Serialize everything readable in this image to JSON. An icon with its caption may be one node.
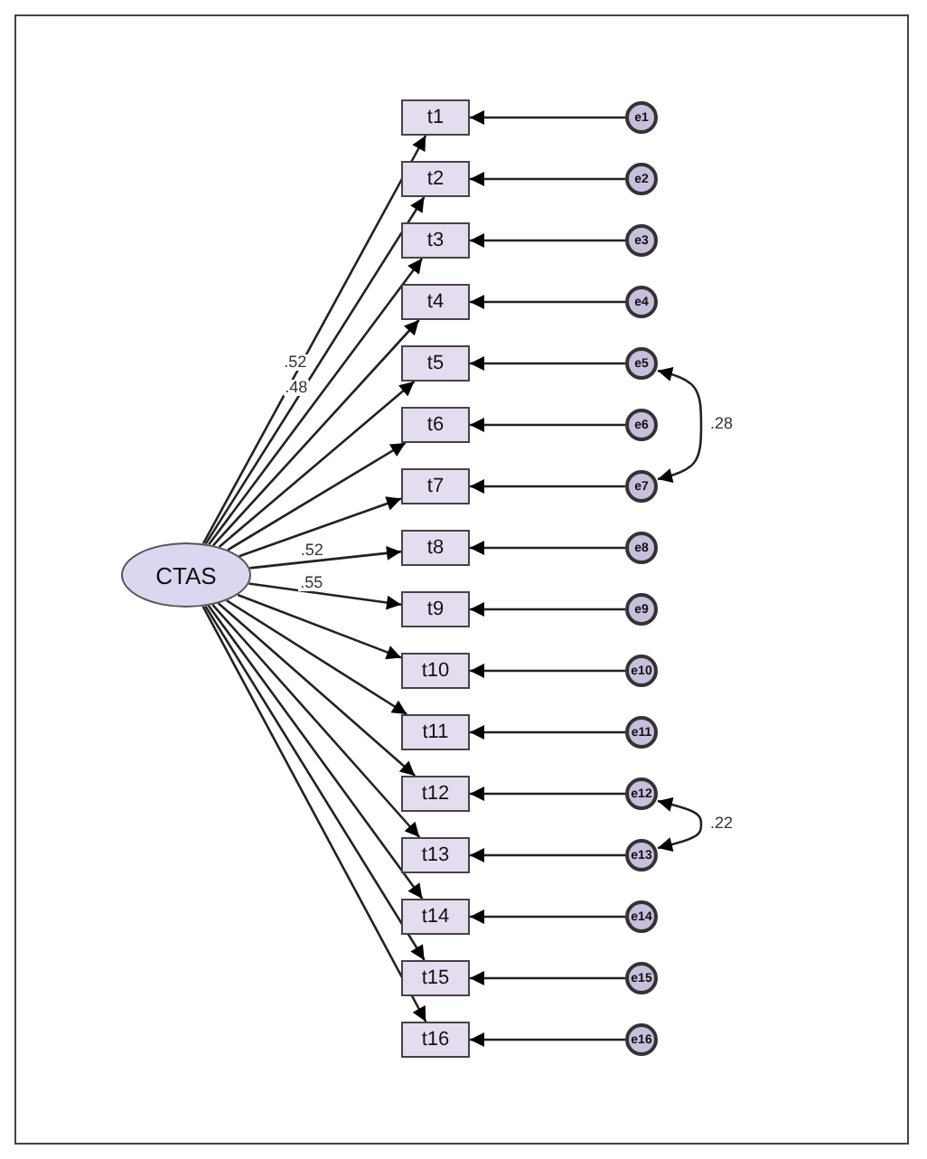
{
  "diagram": {
    "nodes": [
      {
        "text": [
          "CTAS"
        ]
      },
      {
        "text": [
          "t1"
        ]
      },
      {
        "text": [
          "t2"
        ]
      },
      {
        "text": [
          "t3"
        ]
      },
      {
        "text": [
          "t4"
        ]
      },
      {
        "text": [
          "t5"
        ]
      },
      {
        "text": [
          "t6"
        ]
      },
      {
        "text": [
          "t7"
        ]
      },
      {
        "text": [
          "t8"
        ]
      },
      {
        "text": [
          "t9"
        ]
      },
      {
        "text": [
          "t10"
        ]
      },
      {
        "text": [
          "t11"
        ]
      },
      {
        "text": [
          "t12"
        ]
      },
      {
        "text": [
          "t13"
        ]
      },
      {
        "text": [
          "t14"
        ]
      },
      {
        "text": [
          "t15"
        ]
      },
      {
        "text": [
          "t16"
        ]
      },
      {
        "text": [
          "e1"
        ]
      },
      {
        "text": [
          "e2"
        ]
      },
      {
        "text": [
          "e3"
        ]
      },
      {
        "text": [
          "e4"
        ]
      },
      {
        "text": [
          "e5"
        ]
      },
      {
        "text": [
          "e6"
        ]
      },
      {
        "text": [
          "e7"
        ]
      },
      {
        "text": [
          "e8"
        ]
      },
      {
        "text": [
          "e9"
        ]
      },
      {
        "text": [
          "e10"
        ]
      },
      {
        "text": [
          "e11"
        ]
      },
      {
        "text": [
          "e12"
        ]
      },
      {
        "text": [
          "e13"
        ]
      },
      {
        "text": [
          "e14"
        ]
      },
      {
        "text": [
          "e15"
        ]
      },
      {
        "text": [
          "e16"
        ]
      }
    ],
    "edges": [
      {
        "from": 0,
        "to": 1,
        "arrow": "to",
        "label": ".52"
      },
      {
        "from": 0,
        "to": 2,
        "arrow": "to",
        "label": ".48"
      },
      {
        "from": 0,
        "to": 3,
        "arrow": "to"
      },
      {
        "from": 0,
        "to": 4,
        "arrow": "to"
      },
      {
        "from": 0,
        "to": 5,
        "arrow": "to"
      },
      {
        "from": 0,
        "to": 6,
        "arrow": "to"
      },
      {
        "from": 0,
        "to": 7,
        "arrow": "to"
      },
      {
        "from": 0,
        "to": 8,
        "arrow": "to",
        "label": ".52"
      },
      {
        "from": 0,
        "to": 9,
        "arrow": "to",
        "label": ".55"
      },
      {
        "from": 0,
        "to": 10,
        "arrow": "to"
      },
      {
        "from": 0,
        "to": 11,
        "arrow": "to"
      },
      {
        "from": 0,
        "to": 12,
        "arrow": "to"
      },
      {
        "from": 0,
        "to": 13,
        "arrow": "to"
      },
      {
        "from": 0,
        "to": 14,
        "arrow": "to"
      },
      {
        "from": 0,
        "to": 15,
        "arrow": "to"
      },
      {
        "from": 0,
        "to": 16,
        "arrow": "to"
      },
      {
        "from": 17,
        "to": 1,
        "arrow": "to"
      },
      {
        "from": 18,
        "to": 2,
        "arrow": "to"
      },
      {
        "from": 19,
        "to": 3,
        "arrow": "to"
      },
      {
        "from": 20,
        "to": 4,
        "arrow": "to"
      },
      {
        "from": 21,
        "to": 5,
        "arrow": "to"
      },
      {
        "from": 22,
        "to": 6,
        "arrow": "to"
      },
      {
        "from": 23,
        "to": 7,
        "arrow": "to"
      },
      {
        "from": 24,
        "to": 8,
        "arrow": "to"
      },
      {
        "from": 25,
        "to": 9,
        "arrow": "to"
      },
      {
        "from": 26,
        "to": 10,
        "arrow": "to"
      },
      {
        "from": 27,
        "to": 11,
        "arrow": "to"
      },
      {
        "from": 28,
        "to": 12,
        "arrow": "to"
      },
      {
        "from": 29,
        "to": 13,
        "arrow": "to"
      },
      {
        "from": 30,
        "to": 14,
        "arrow": "to"
      },
      {
        "from": 31,
        "to": 15,
        "arrow": "to"
      },
      {
        "from": 32,
        "to": 16,
        "arrow": "to"
      },
      {
        "from": 21,
        "to": 23,
        "arrow": "both",
        "label": ".28"
      },
      {
        "from": 28,
        "to": 29,
        "arrow": "both",
        "label": ".22"
      }
    ]
  }
}
